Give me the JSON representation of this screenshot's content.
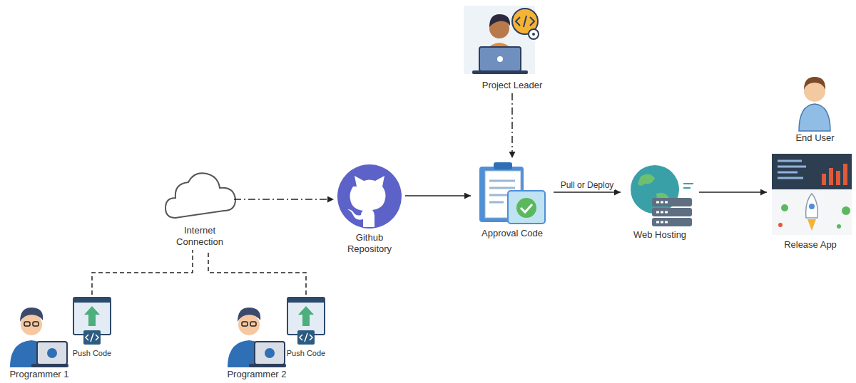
{
  "diagram": {
    "nodes": [
      {
        "text": [
          "Project Leader"
        ]
      },
      {
        "text": [
          "End User"
        ]
      },
      {
        "text": [
          "Internet Connection"
        ]
      },
      {
        "text": [
          "Github Repository"
        ]
      },
      {
        "text": [
          "Approval Code"
        ]
      },
      {
        "text": [
          "Web Hosting"
        ]
      },
      {
        "text": [
          "Release App"
        ]
      },
      {
        "text": [
          "Programmer 1"
        ]
      },
      {
        "text": [
          "Push Code"
        ]
      },
      {
        "text": [
          "Programmer 2"
        ]
      },
      {
        "text": [
          "Push Code"
        ]
      }
    ],
    "edges": [
      {
        "from": 8,
        "to": 2,
        "arrow": "none"
      },
      {
        "from": 10,
        "to": 2,
        "arrow": "none"
      },
      {
        "from": 2,
        "to": 3,
        "arrow": "to"
      },
      {
        "from": 3,
        "to": 4,
        "arrow": "to"
      },
      {
        "from": 0,
        "to": 4,
        "arrow": "to"
      },
      {
        "from": 4,
        "to": 5,
        "label": "Pull or Deploy",
        "arrow": "to"
      },
      {
        "from": 5,
        "to": 6,
        "arrow": "to"
      }
    ]
  }
}
